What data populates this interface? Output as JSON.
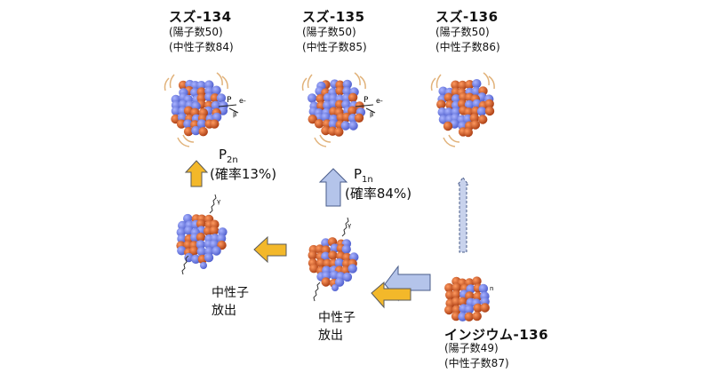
{
  "nuclides": [
    {
      "name": "スズ-134",
      "protons": "(陽子数50)",
      "neutrons": "(中性子数84)"
    },
    {
      "name": "スズ-135",
      "protons": "(陽子数50)",
      "neutrons": "(中性子数85)"
    },
    {
      "name": "スズ-136",
      "protons": "(陽子数50)",
      "neutrons": "(中性子数86)"
    },
    {
      "name": "インジウム-136",
      "protons": "(陽子数49)",
      "neutrons": "(中性子数87)"
    }
  ],
  "branches": {
    "p2n": {
      "symbol": "P",
      "subscript": "2n",
      "probability": "(確率13%)"
    },
    "p1n": {
      "symbol": "P",
      "subscript": "1n",
      "probability": "(確率84%)"
    }
  },
  "emission_labels": [
    {
      "line1": "中性子",
      "line2": "放出"
    },
    {
      "line1": "中性子",
      "line2": "放出"
    }
  ],
  "decay_markers": {
    "positron_label": "P",
    "electron_label": "e-",
    "beta_label": "β",
    "gamma_label": "γ",
    "neutron_label": "n"
  },
  "colors": {
    "proton": "#c8501e",
    "neutron": "#6f7fe0",
    "arrow_yellow": "#f3b82a",
    "arrow_blue": "#b4c4ea",
    "arrow_outline": "#4a5c8a",
    "wave": "#e1b27a"
  }
}
